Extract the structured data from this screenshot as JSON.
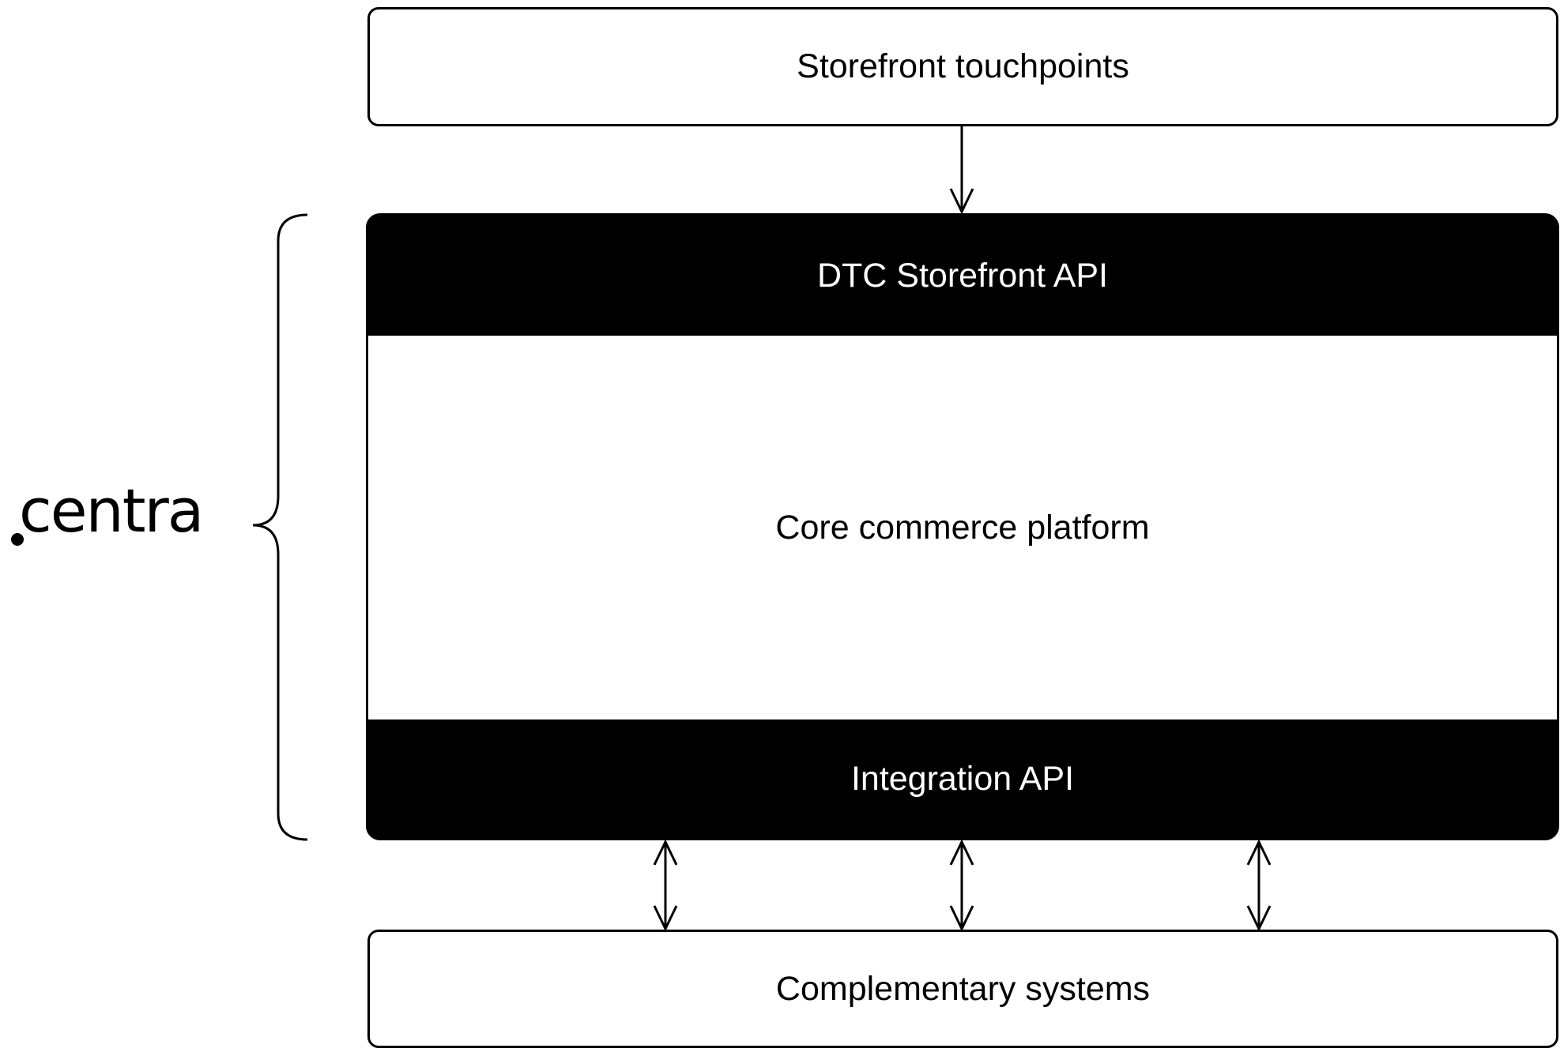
{
  "diagram": {
    "storefront_touchpoints": "Storefront touchpoints",
    "dtc_storefront_api": "DTC Storefront API",
    "core_commerce_platform": "Core commerce platform",
    "integration_api": "Integration API",
    "complementary_systems": "Complementary systems",
    "logo_text": "centra"
  },
  "colors": {
    "stroke": "#000000",
    "background": "#ffffff"
  }
}
